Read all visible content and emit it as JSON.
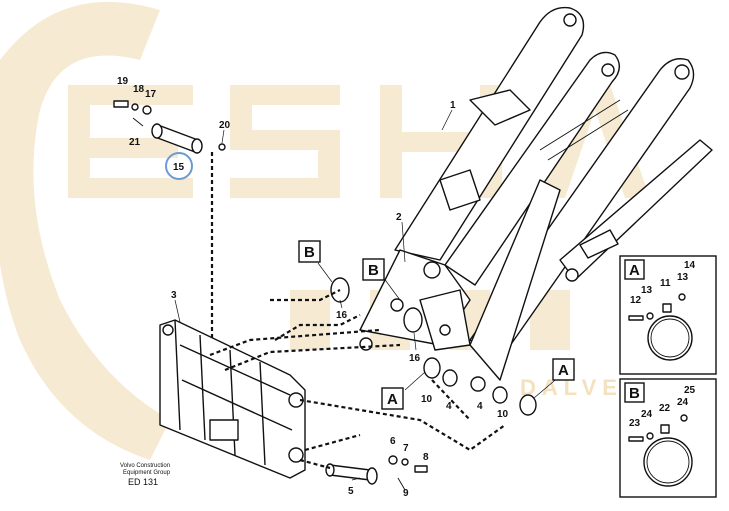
{
  "callouts": {
    "c1": "1",
    "c2": "2",
    "c3": "3",
    "c4a": "4",
    "c4b": "4",
    "c5": "5",
    "c6": "6",
    "c7": "7",
    "c8": "8",
    "c9": "9",
    "c10a": "10",
    "c10b": "10",
    "c15": "15",
    "c16a": "16",
    "c16b": "16",
    "c17": "17",
    "c18": "18",
    "c19": "19",
    "c20": "20",
    "c21": "21"
  },
  "section_markers": {
    "b_upper": "B",
    "b_lower": "B",
    "a_left": "A",
    "a_right": "A"
  },
  "detail_a": {
    "label": "A",
    "callouts": {
      "c11": "11",
      "c12": "12",
      "c13a": "13",
      "c13b": "13",
      "c14": "14"
    }
  },
  "detail_b": {
    "label": "B",
    "callouts": {
      "c22": "22",
      "c23": "23",
      "c24a": "24",
      "c24b": "24",
      "c25": "25"
    }
  },
  "caption": {
    "line1": "Volvo Construction",
    "line2": "Equipment Group",
    "code": "ED 131"
  },
  "watermark": {
    "text": "ESHA",
    "sub": "DALVE"
  },
  "colors": {
    "ink": "#111111",
    "watermark": "#f6ead2",
    "highlight": "#6b9bd2"
  }
}
